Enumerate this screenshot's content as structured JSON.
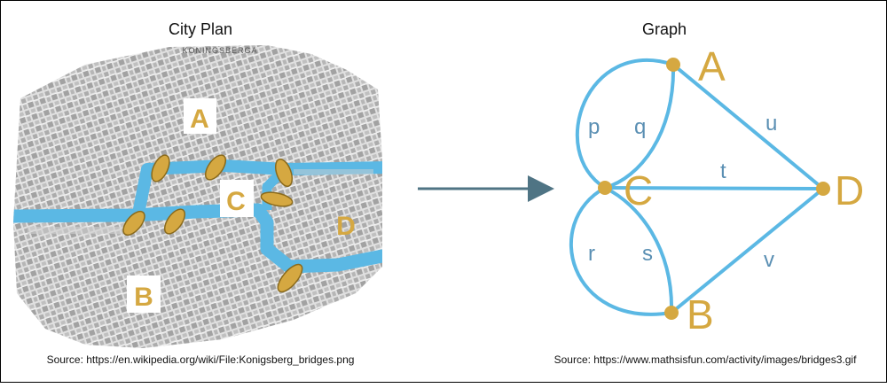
{
  "colors": {
    "river": "#5bb8e4",
    "river_dark": "#2f8fc4",
    "bridge": "#d5a841",
    "bridge_outline": "#8a6a1c",
    "label": "#d5a841",
    "edge": "#5bb8e4",
    "edge_label": "#5a8fb3",
    "arrow": "#4f7484",
    "node": "#d5a841",
    "map_bg": "#e4e4e4",
    "building": "#8c8c8c"
  },
  "city_plan": {
    "title": "City Plan",
    "map_caption": "KONINGSBERGA",
    "labels": {
      "A": "A",
      "B": "B",
      "C": "C",
      "D": "D"
    },
    "source": "Source: https://en.wikipedia.org/wiki/File:Konigsberg_bridges.png"
  },
  "graph": {
    "title": "Graph",
    "nodes": {
      "A": "A",
      "B": "B",
      "C": "C",
      "D": "D"
    },
    "edges": {
      "p": "p",
      "q": "q",
      "r": "r",
      "s": "s",
      "t": "t",
      "u": "u",
      "v": "v"
    },
    "source": "Source: https://www.mathsisfun.com/activity/images/bridges3.gif"
  },
  "icons": {
    "arrow": "right-arrow-icon"
  }
}
